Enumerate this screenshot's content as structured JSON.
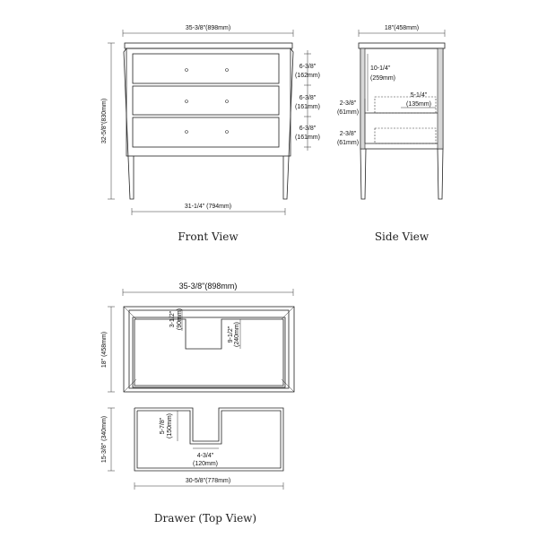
{
  "front_view": {
    "title": "Front View",
    "width_top": "35-3/8\"(898mm)",
    "height": "32-5/8\"(830mm)",
    "width_legs": "31-1/4\" (794mm)",
    "drawer_heights": [
      {
        "imperial": "6-3/8\"",
        "metric": "(162mm)"
      },
      {
        "imperial": "6-3/8\"",
        "metric": "(161mm)"
      },
      {
        "imperial": "6-3/8\"",
        "metric": "(161mm)"
      }
    ]
  },
  "side_view": {
    "title": "Side View",
    "depth": "18\"(458mm)",
    "inner_height": {
      "imperial": "10-1/4\"",
      "metric": "(259mm)"
    },
    "inner_depth": {
      "imperial": "5-1/4\"",
      "metric": "(135mm)"
    },
    "shelf_gaps": [
      {
        "imperial": "2-3/8\"",
        "metric": "(61mm)"
      },
      {
        "imperial": "2-3/8\"",
        "metric": "(61mm)"
      }
    ]
  },
  "top_view": {
    "width": "35-3/8\"(898mm)",
    "depth": "18\" (458mm)",
    "notch_depth": {
      "imperial": "3-1/2\"",
      "metric": "(90mm)"
    },
    "notch_depth2": {
      "imperial": "9-1/2\"",
      "metric": "(240mm)"
    }
  },
  "drawer_view": {
    "title": "Drawer (Top View)",
    "depth": "15-3/8\" (340mm)",
    "notch_depth": {
      "imperial": "5-7/8\"",
      "metric": "(150mm)"
    },
    "notch_width": {
      "imperial": "4-3/4\"",
      "metric": "(120mm)"
    },
    "width": "30-5/8\"(778mm)"
  }
}
